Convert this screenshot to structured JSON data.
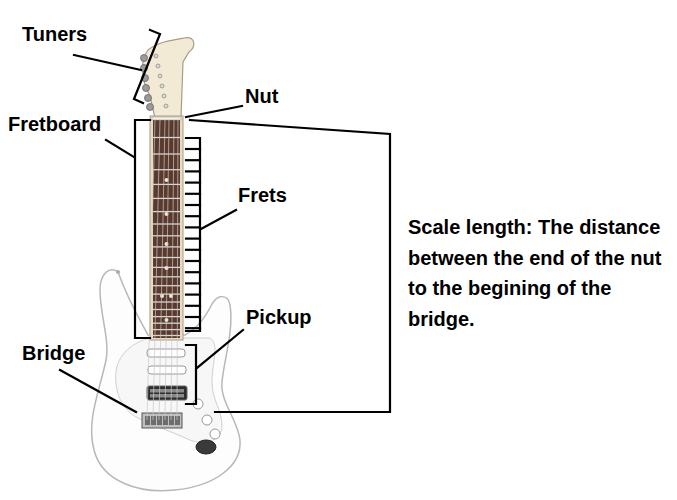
{
  "diagram": {
    "labels": [
      "Tuners",
      "Nut",
      "Fretboard",
      "Frets",
      "Scale length: The distance between the end of the nut to the begining of the bridge.",
      "Pickup",
      "Bridge"
    ]
  }
}
